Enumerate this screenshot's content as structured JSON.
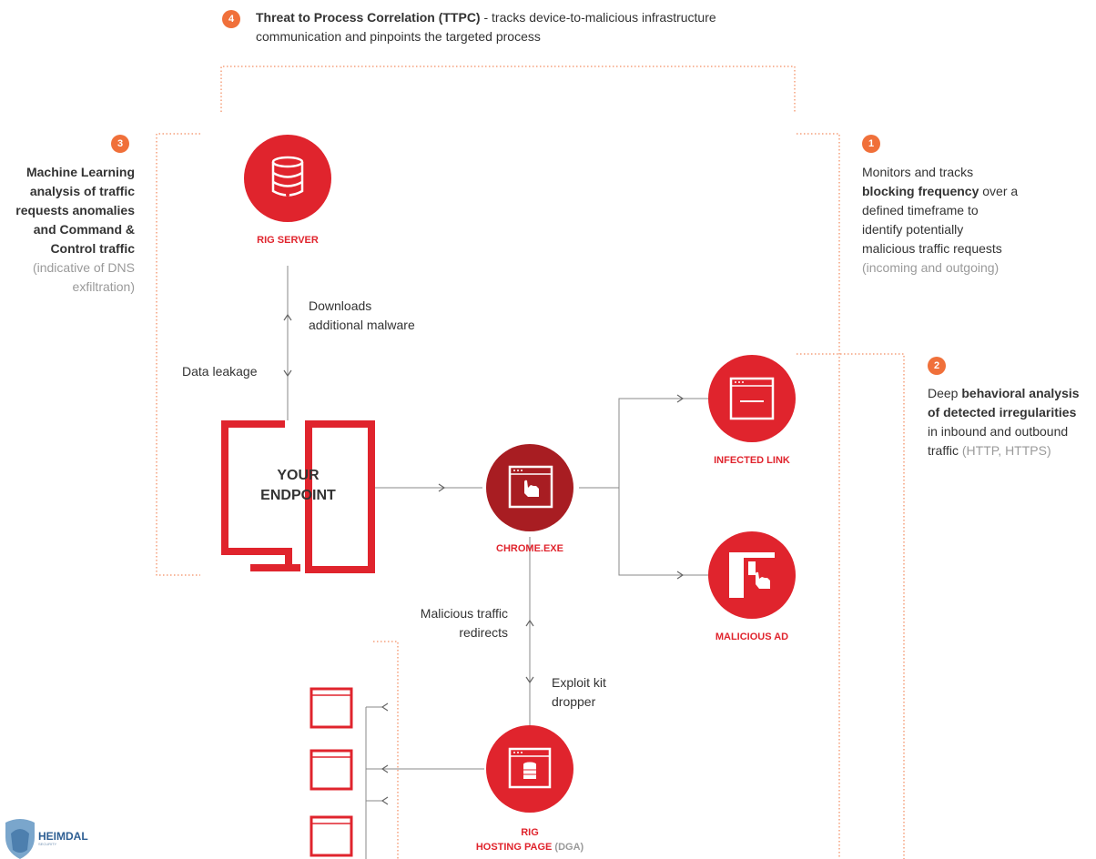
{
  "step4": {
    "number": "4",
    "title": "Threat to Process Correlation (TTPC)",
    "text_line1": " - tracks device-to-malicious infrastructure",
    "text_line2": "communication and pinpoints the targeted process"
  },
  "step3": {
    "number": "3",
    "lines": [
      "Machine Learning",
      "analysis of traffic",
      "requests anomalies",
      "and Command &",
      "Control traffic"
    ],
    "gray_lines": [
      "(indicative of DNS",
      "exfiltration)"
    ]
  },
  "step1": {
    "number": "1",
    "line1": "Monitors and tracks",
    "line2_bold": "blocking frequency",
    "line2_rest": " over a",
    "line3": "defined timeframe to",
    "line4": "identify potentially",
    "line5": "malicious traffic requests",
    "gray": "(incoming and outgoing)"
  },
  "step2": {
    "number": "2",
    "line1_pre": "Deep ",
    "line1_bold": "behavioral analysis",
    "line2_bold": "of detected irregularities",
    "line3": "in inbound and outbound",
    "line4_pre": "traffic ",
    "line4_gray": "(HTTP, HTTPS)"
  },
  "nodes": {
    "rig_server": "RIG SERVER",
    "endpoint_line1": "YOUR",
    "endpoint_line2": "ENDPOINT",
    "chrome": "CHROME.EXE",
    "infected_link": "INFECTED LINK",
    "malicious_ad": "MALICIOUS AD",
    "rig_hosting_line1": "RIG",
    "rig_hosting_h": "H",
    "rig_hosting_rest": "OSTING PAGE",
    "rig_hosting_gray": " (DGA)"
  },
  "edges": {
    "downloads_line1": "Downloads",
    "downloads_line2": "additional malware",
    "data_leakage": "Data leakage",
    "malicious_line1": "Malicious traffic",
    "malicious_line2": "redirects",
    "exploit_line1": "Exploit kit",
    "exploit_line2": "dropper"
  },
  "logo": {
    "name": "HEIMDAL",
    "sub": "SECURITY"
  },
  "colors": {
    "red": "#e0242d",
    "dark_red": "#a81d22",
    "orange": "#f0703a",
    "line": "#888888"
  }
}
